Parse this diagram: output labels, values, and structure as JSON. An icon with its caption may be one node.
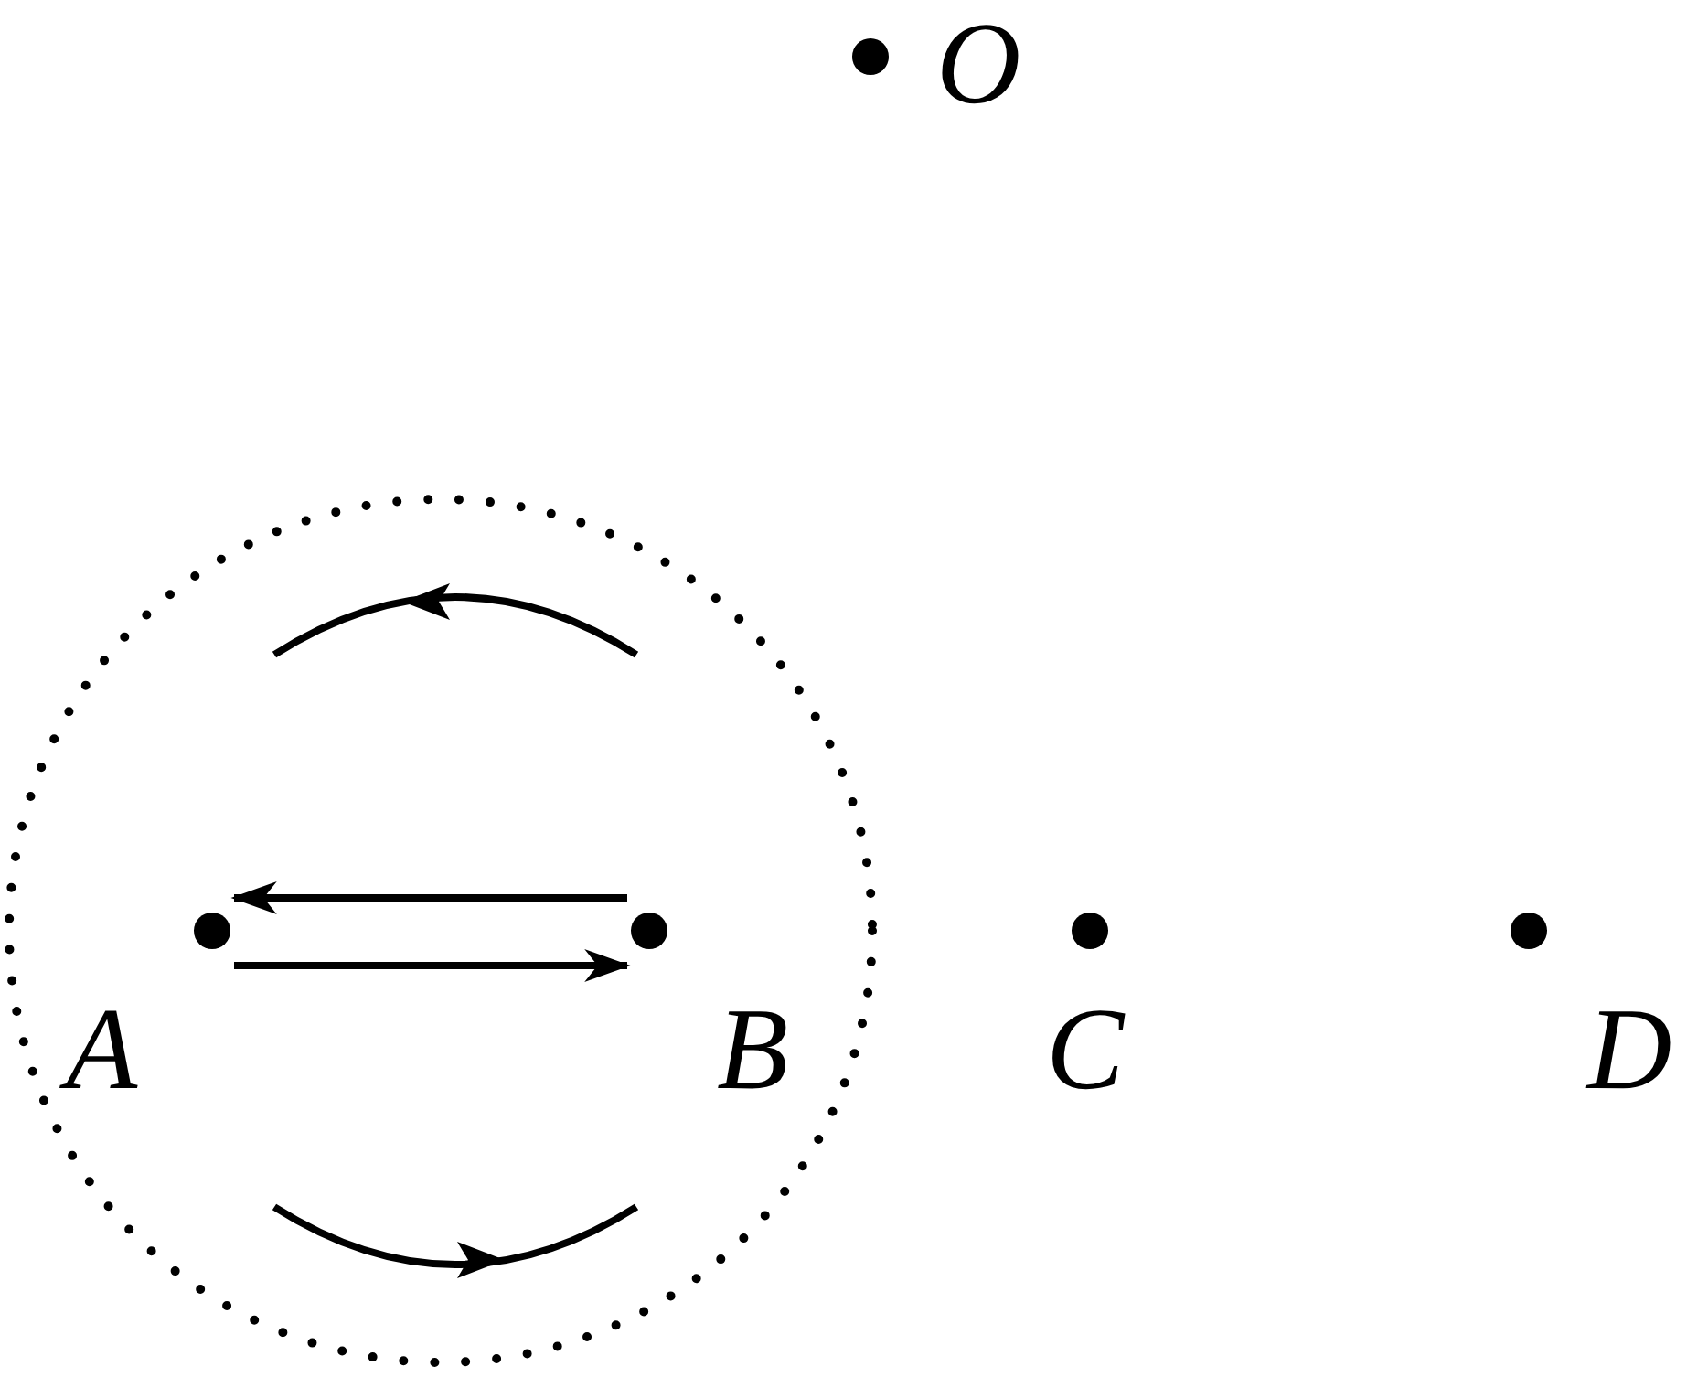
{
  "diagram": {
    "nodes": [
      {
        "text": [
          "O"
        ]
      },
      {
        "text": [],
        "shape": "circle"
      },
      {
        "text": [
          "A"
        ],
        "in": 1
      },
      {
        "text": [
          "B"
        ],
        "in": 1
      },
      {
        "text": [
          "C"
        ]
      },
      {
        "text": [
          "D"
        ]
      }
    ],
    "edges": [
      {
        "from": 3,
        "to": 2,
        "arrow": "to"
      },
      {
        "from": 2,
        "to": 3,
        "arrow": "to"
      }
    ]
  }
}
